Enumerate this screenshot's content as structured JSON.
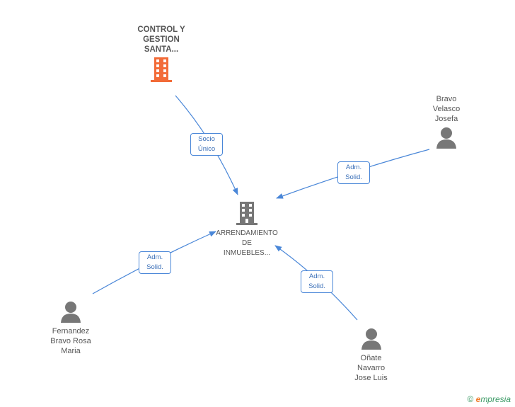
{
  "nodes": {
    "control": {
      "label": "CONTROL Y\nGESTION\nSANTA..."
    },
    "arrendamiento": {
      "label": "ARRENDAMIENTO\nDE\nINMUEBLES..."
    },
    "bravo": {
      "label": "Bravo\nVelasco\nJosefa"
    },
    "fernandez": {
      "label": "Fernandez\nBravo Rosa\nMaria"
    },
    "onate": {
      "label": "Oñate\nNavarro\nJose Luis"
    }
  },
  "relations": {
    "socio": "Socio\nÚnico",
    "adm1": "Adm.\nSolid.",
    "adm2": "Adm.\nSolid.",
    "adm3": "Adm.\nSolid."
  },
  "colors": {
    "edge": "#4a87d8",
    "company_main": "#f26b38",
    "company_target": "#777777",
    "person": "#777777"
  },
  "footer": {
    "copyright": "©",
    "brand_e": "e",
    "brand_rest": "mpresia"
  }
}
